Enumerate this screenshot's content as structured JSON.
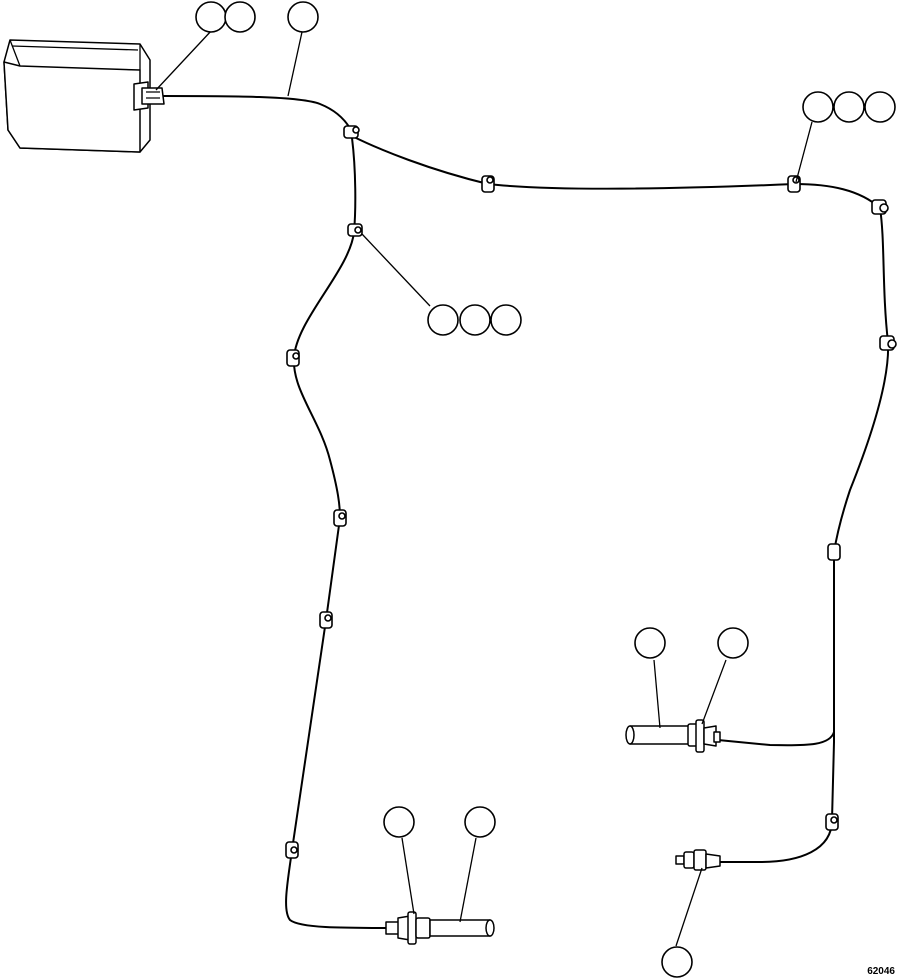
{
  "diagram": {
    "figure_number": "62046",
    "callouts": [
      {
        "id": "callout-1a",
        "label": ""
      },
      {
        "id": "callout-1b",
        "label": ""
      },
      {
        "id": "callout-2",
        "label": ""
      },
      {
        "id": "callout-3a",
        "label": ""
      },
      {
        "id": "callout-3b",
        "label": ""
      },
      {
        "id": "callout-3c",
        "label": ""
      },
      {
        "id": "callout-4a",
        "label": ""
      },
      {
        "id": "callout-4b",
        "label": ""
      },
      {
        "id": "callout-4c",
        "label": ""
      },
      {
        "id": "callout-5",
        "label": ""
      },
      {
        "id": "callout-6",
        "label": ""
      },
      {
        "id": "callout-7",
        "label": ""
      },
      {
        "id": "callout-8",
        "label": ""
      },
      {
        "id": "callout-9",
        "label": ""
      }
    ],
    "components": [
      "control-module",
      "wiring-harness",
      "harness-clips",
      "speed-sensor-left",
      "speed-sensor-right",
      "pressure-switch"
    ]
  }
}
